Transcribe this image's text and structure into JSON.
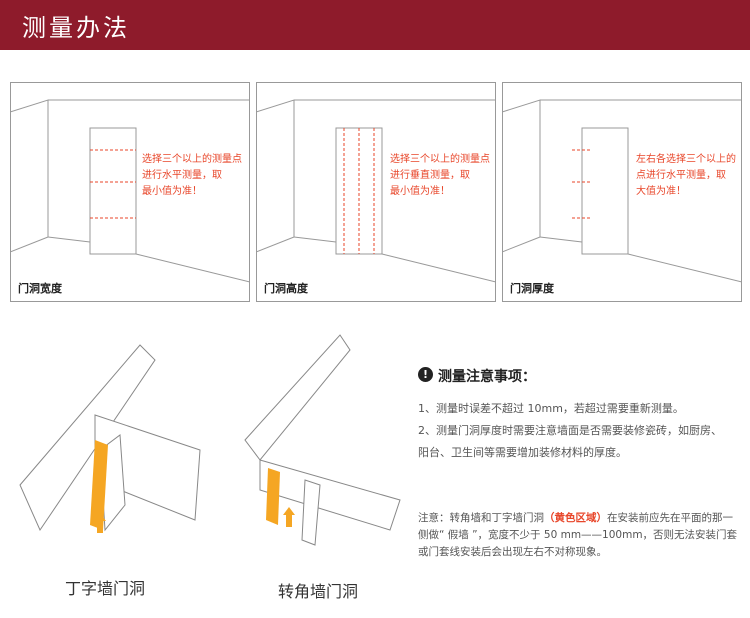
{
  "header": {
    "title": "测量办法"
  },
  "panels": [
    {
      "caption": "门洞宽度",
      "note": [
        "选择三个以上的测量点",
        "进行水平测量，取",
        "最小值为准！"
      ]
    },
    {
      "caption": "门洞高度",
      "note": [
        "选择三个以上的测量点",
        "进行垂直测量，取",
        "最小值为准！"
      ]
    },
    {
      "caption": "门洞厚度",
      "note": [
        "左右各选择三个以上的",
        "点进行水平测量，取",
        "大值为准！"
      ]
    }
  ],
  "lower": {
    "t_wall_label": "丁字墙门洞",
    "corner_wall_label": "转角墙门洞"
  },
  "notice": {
    "icon": "!",
    "title": "测量注意事项：",
    "items": [
      "1、测量时误差不超过 10mm，若超过需要重新测量。",
      "2、测量门洞厚度时需要注意墙面是否需要装修瓷砖，如厨房、",
      "阳台、卫生间等需要增加装修材料的厚度。"
    ]
  },
  "extra_note": {
    "prefix": "注意：转角墙和丁字墙门洞",
    "highlight": "（黄色区域）",
    "rest": "在安装前应先在平面的那一侧做“ 假墙 ”，宽度不少于 50 mm——100mm，否则无法安装门套或门套线安装后会出现左右不对称现象。"
  },
  "colors": {
    "header": "#8e1b2b",
    "accent": "#e8462a",
    "yellow": "#f5a623"
  }
}
